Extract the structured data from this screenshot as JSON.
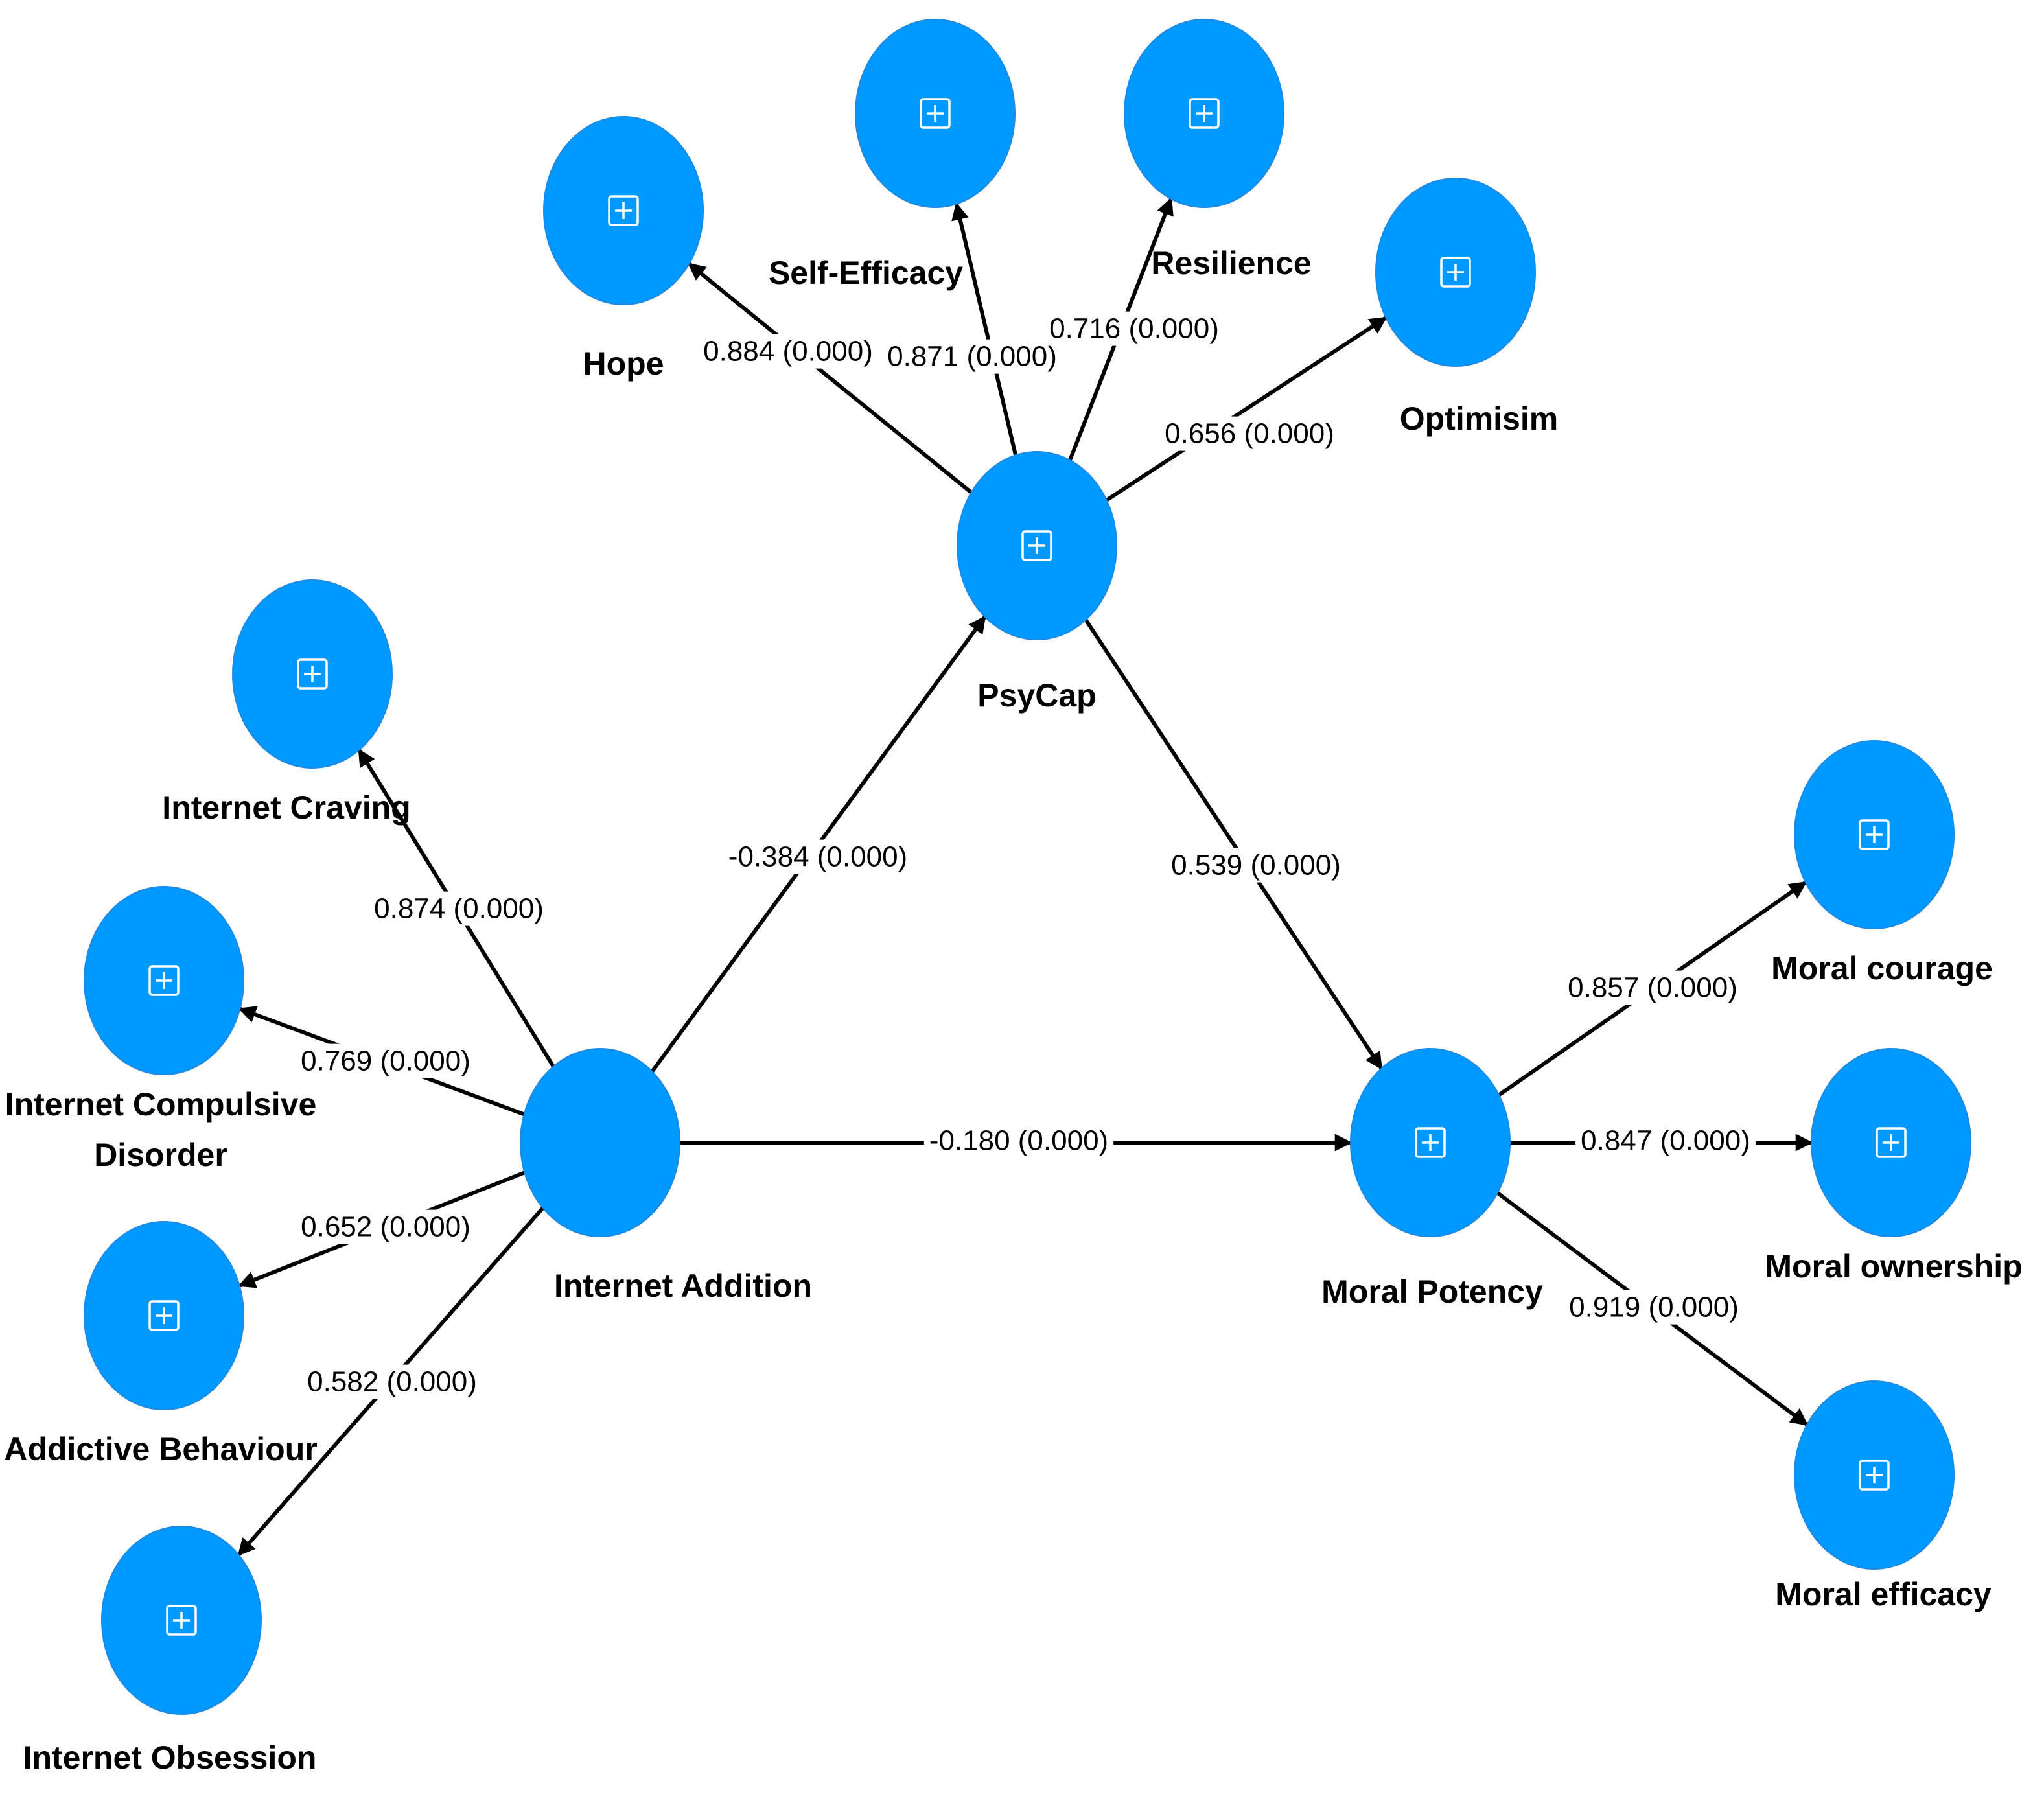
{
  "colors": {
    "node_fill": "#0099ff",
    "edge": "#000000",
    "background": "#ffffff"
  },
  "nodes": [
    {
      "id": "hope",
      "label": "Hope",
      "icon": "expand-icon"
    },
    {
      "id": "self_efficacy",
      "label": "Self-Efficacy",
      "icon": "expand-icon"
    },
    {
      "id": "resilience",
      "label": "Resilience",
      "icon": "expand-icon"
    },
    {
      "id": "optimism",
      "label": "Optimisim",
      "icon": "expand-icon"
    },
    {
      "id": "psycap",
      "label": "PsyCap",
      "icon": "expand-icon"
    },
    {
      "id": "internet_craving",
      "label": "Internet Craving",
      "icon": "expand-icon"
    },
    {
      "id": "internet_compulsive_disorder",
      "label": [
        "Internet Compulsive",
        "Disorder"
      ],
      "icon": "expand-icon"
    },
    {
      "id": "addictive_behaviour",
      "label": "Addictive Behaviour",
      "icon": "expand-icon"
    },
    {
      "id": "internet_obsession",
      "label": "Internet Obsession",
      "icon": "expand-icon"
    },
    {
      "id": "internet_addition",
      "label": "Internet Addition",
      "icon": ""
    },
    {
      "id": "moral_potency",
      "label": "Moral Potency",
      "icon": "expand-icon"
    },
    {
      "id": "moral_courage",
      "label": "Moral courage",
      "icon": "expand-icon"
    },
    {
      "id": "moral_ownership",
      "label": "Moral ownership",
      "icon": "expand-icon"
    },
    {
      "id": "moral_efficacy",
      "label": "Moral efficacy",
      "icon": "expand-icon"
    }
  ],
  "edges": [
    {
      "from": "psycap",
      "to": "hope",
      "label": "0.884 (0.000)"
    },
    {
      "from": "psycap",
      "to": "self_efficacy",
      "label": "0.871 (0.000)"
    },
    {
      "from": "psycap",
      "to": "resilience",
      "label": "0.716 (0.000)"
    },
    {
      "from": "psycap",
      "to": "optimism",
      "label": "0.656 (0.000)"
    },
    {
      "from": "internet_addition",
      "to": "psycap",
      "label": "-0.384 (0.000)"
    },
    {
      "from": "psycap",
      "to": "moral_potency",
      "label": "0.539 (0.000)"
    },
    {
      "from": "internet_addition",
      "to": "internet_craving",
      "label": "0.874 (0.000)"
    },
    {
      "from": "internet_addition",
      "to": "internet_compulsive_disorder",
      "label": "0.769 (0.000)"
    },
    {
      "from": "internet_addition",
      "to": "addictive_behaviour",
      "label": "0.652 (0.000)"
    },
    {
      "from": "internet_addition",
      "to": "internet_obsession",
      "label": "0.582 (0.000)"
    },
    {
      "from": "internet_addition",
      "to": "moral_potency",
      "label": "-0.180 (0.000)"
    },
    {
      "from": "moral_potency",
      "to": "moral_courage",
      "label": "0.857 (0.000)"
    },
    {
      "from": "moral_potency",
      "to": "moral_ownership",
      "label": "0.847 (0.000)"
    },
    {
      "from": "moral_potency",
      "to": "moral_efficacy",
      "label": "0.919 (0.000)"
    }
  ]
}
